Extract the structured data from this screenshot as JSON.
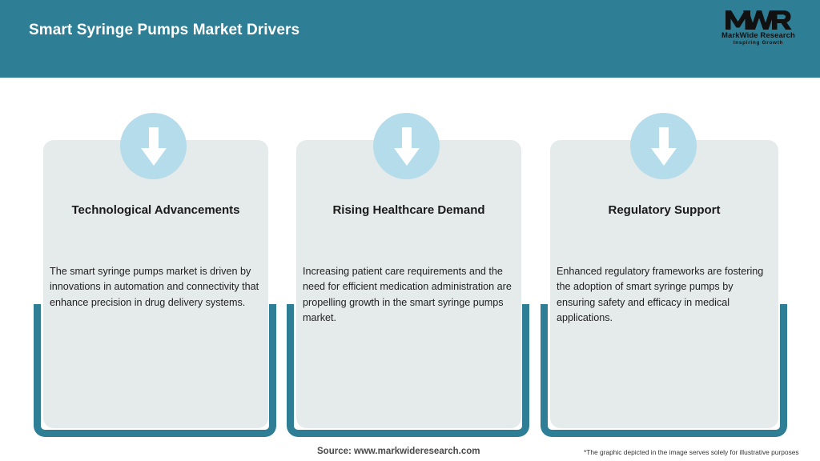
{
  "header": {
    "title": "Smart Syringe Pumps Market Drivers",
    "background_color": "#2E7F96",
    "title_color": "#FFFFFF"
  },
  "logo": {
    "mark": "MWR",
    "name": "MarkWide Research",
    "tagline": "Inspiring Growth"
  },
  "theme": {
    "accent": "#2E7F96",
    "card_background": "#E5EAEB",
    "circle_color": "#B5DCEA",
    "arrow_color": "#FFFFFF",
    "page_background": "#FFFFFF"
  },
  "cards": [
    {
      "icon": "down-arrow-icon",
      "title": "Technological Advancements",
      "body": "The smart syringe pumps market is driven by innovations in automation and connectivity that enhance precision in drug delivery systems."
    },
    {
      "icon": "down-arrow-icon",
      "title": "Rising Healthcare Demand",
      "body": "Increasing patient care requirements and the need for efficient medication administration are propelling growth in the smart syringe pumps market."
    },
    {
      "icon": "down-arrow-icon",
      "title": "Regulatory Support",
      "body": "Enhanced regulatory frameworks are fostering the adoption of smart syringe pumps by ensuring safety and efficacy in medical applications."
    }
  ],
  "footer": {
    "source": "Source: www.markwideresearch.com",
    "disclaimer": "*The graphic depicted in the image serves solely for illustrative purposes"
  }
}
